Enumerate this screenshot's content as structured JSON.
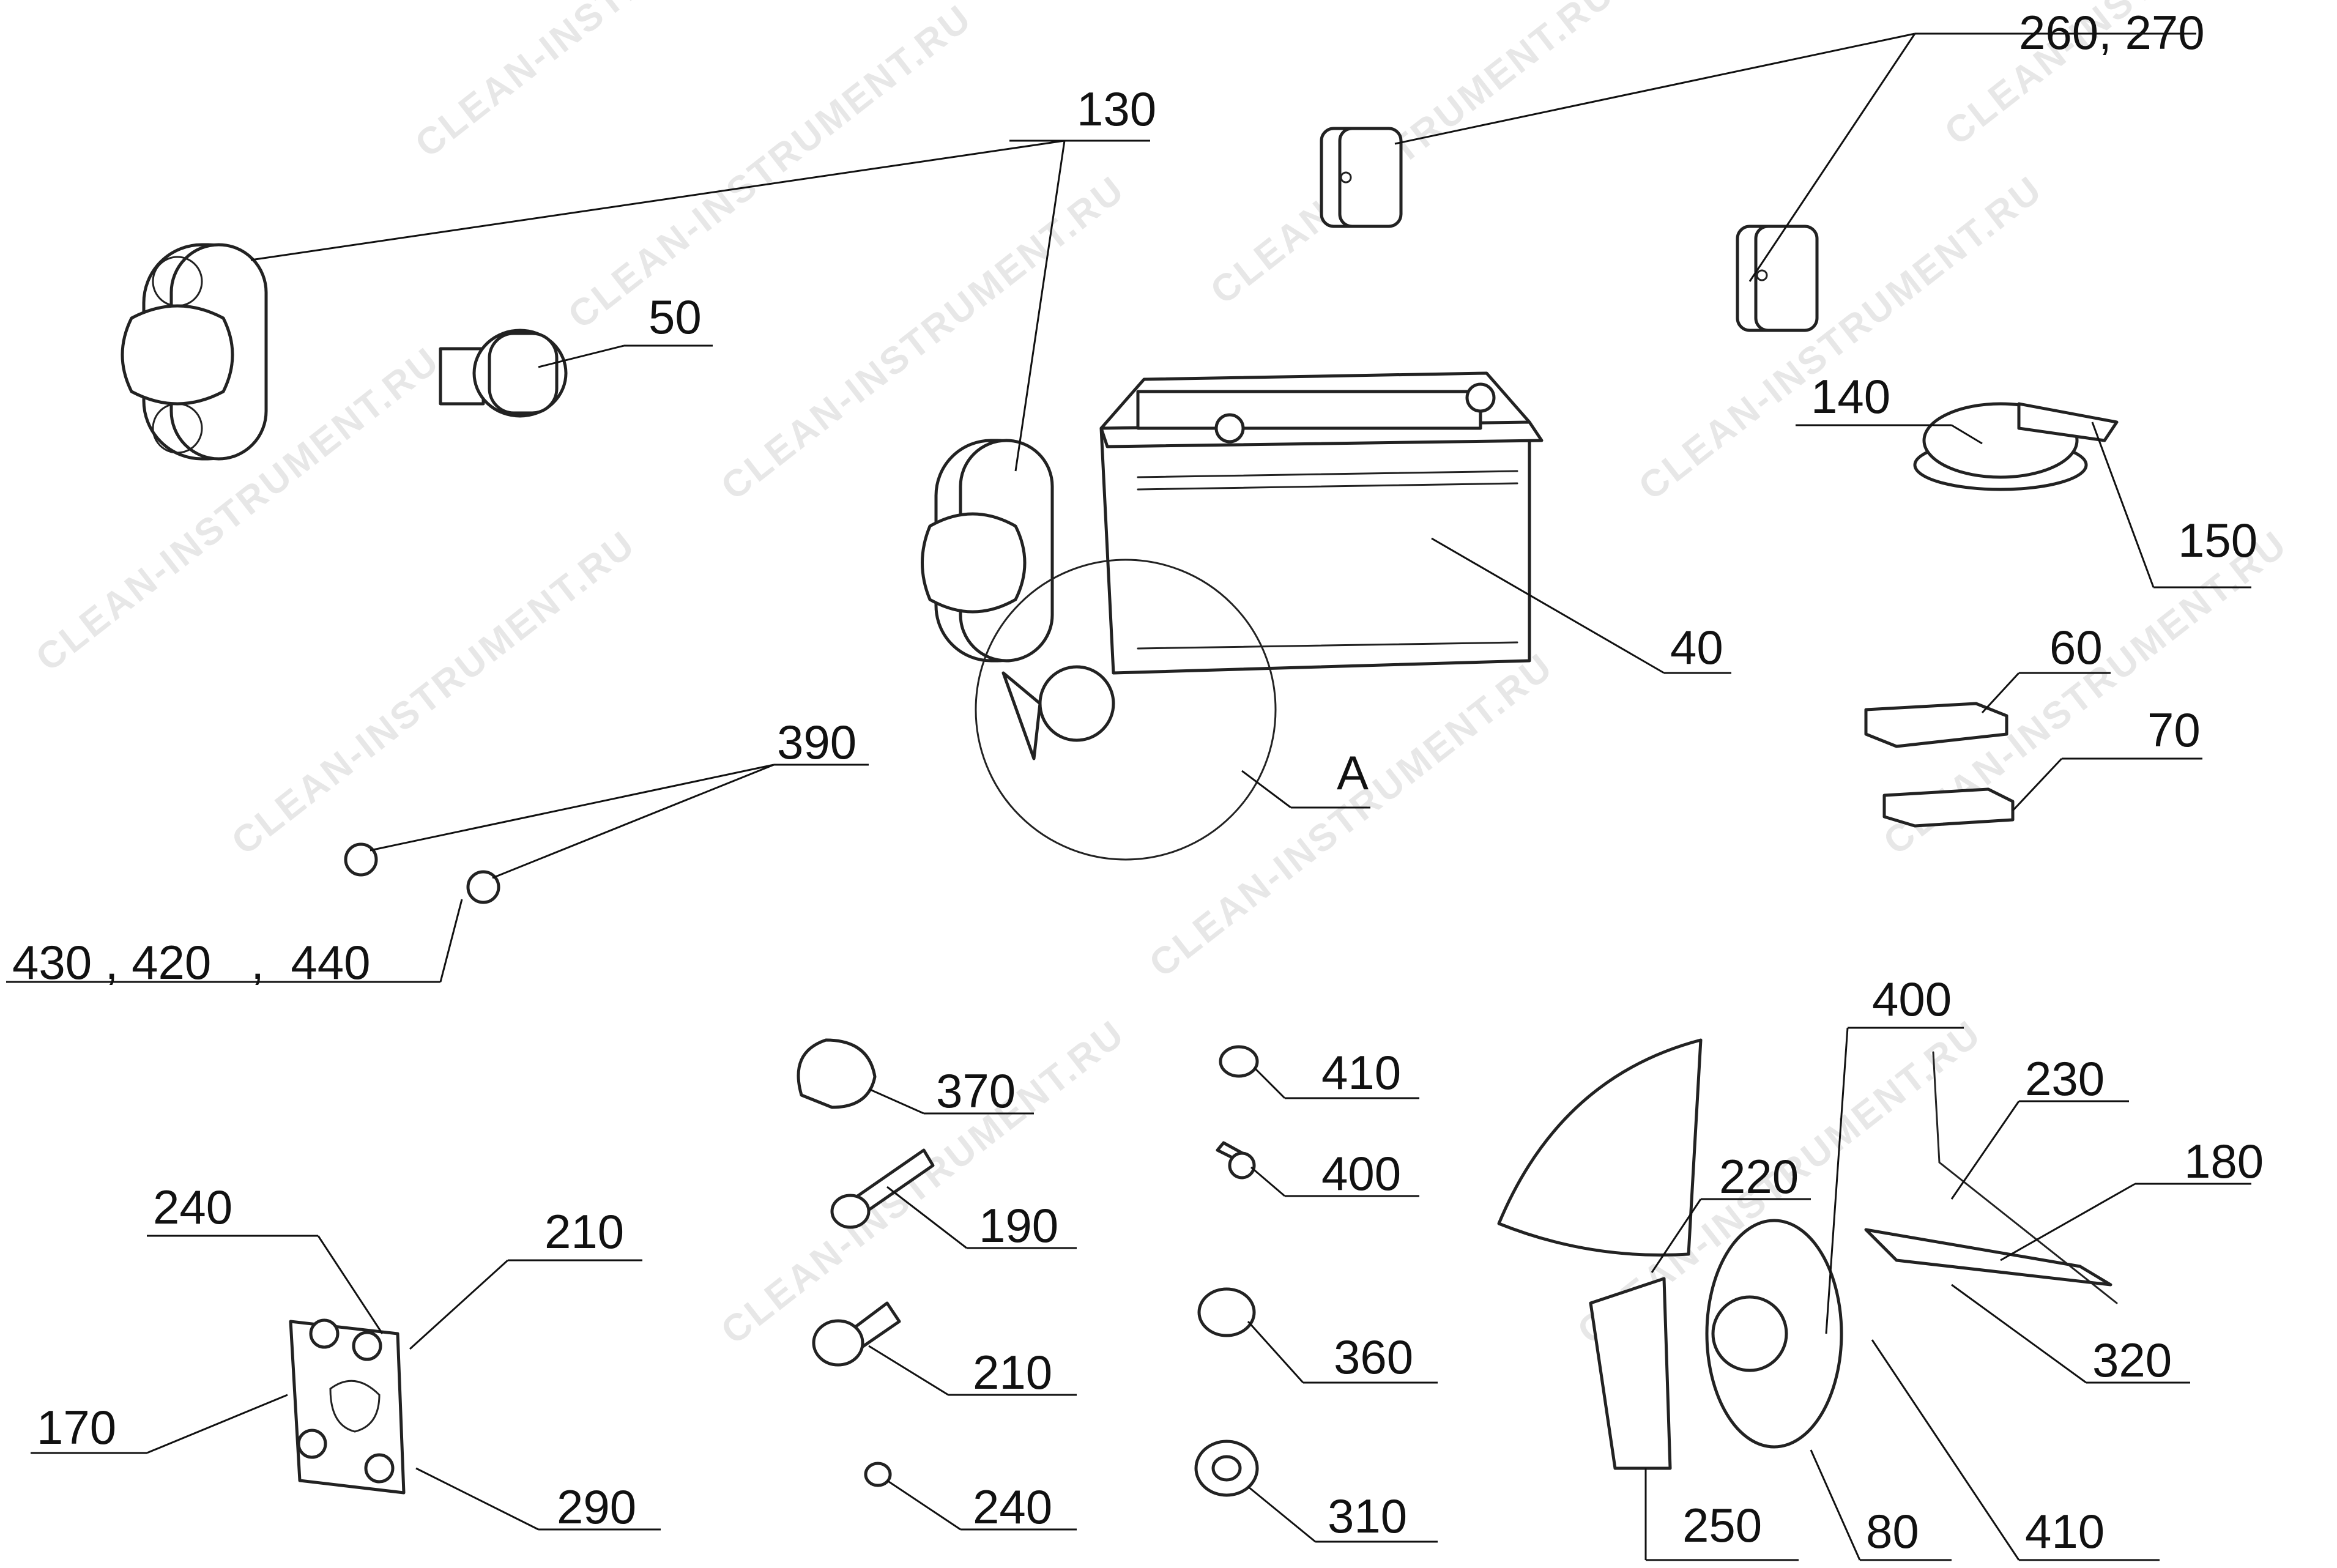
{
  "watermark": "CLEAN-INSTRUMENT.RU",
  "labels": {
    "l130": "130",
    "l260_270": "260, 270",
    "l50": "50",
    "l140": "140",
    "l150": "150",
    "l40": "40",
    "l60": "60",
    "l70": "70",
    "l390": "390",
    "lA": "A",
    "l430_420_440": "430 , 420   ,  440",
    "l370": "370",
    "l410a": "410",
    "l400a": "400",
    "l400b": "400",
    "l230": "230",
    "l180": "180",
    "l190": "190",
    "l220": "220",
    "l240a": "240",
    "l210a": "210",
    "l210b": "210",
    "l360": "360",
    "l320": "320",
    "l170": "170",
    "l290": "290",
    "l240b": "240",
    "l310": "310",
    "l250": "250",
    "l80": "80",
    "l410b": "410"
  }
}
